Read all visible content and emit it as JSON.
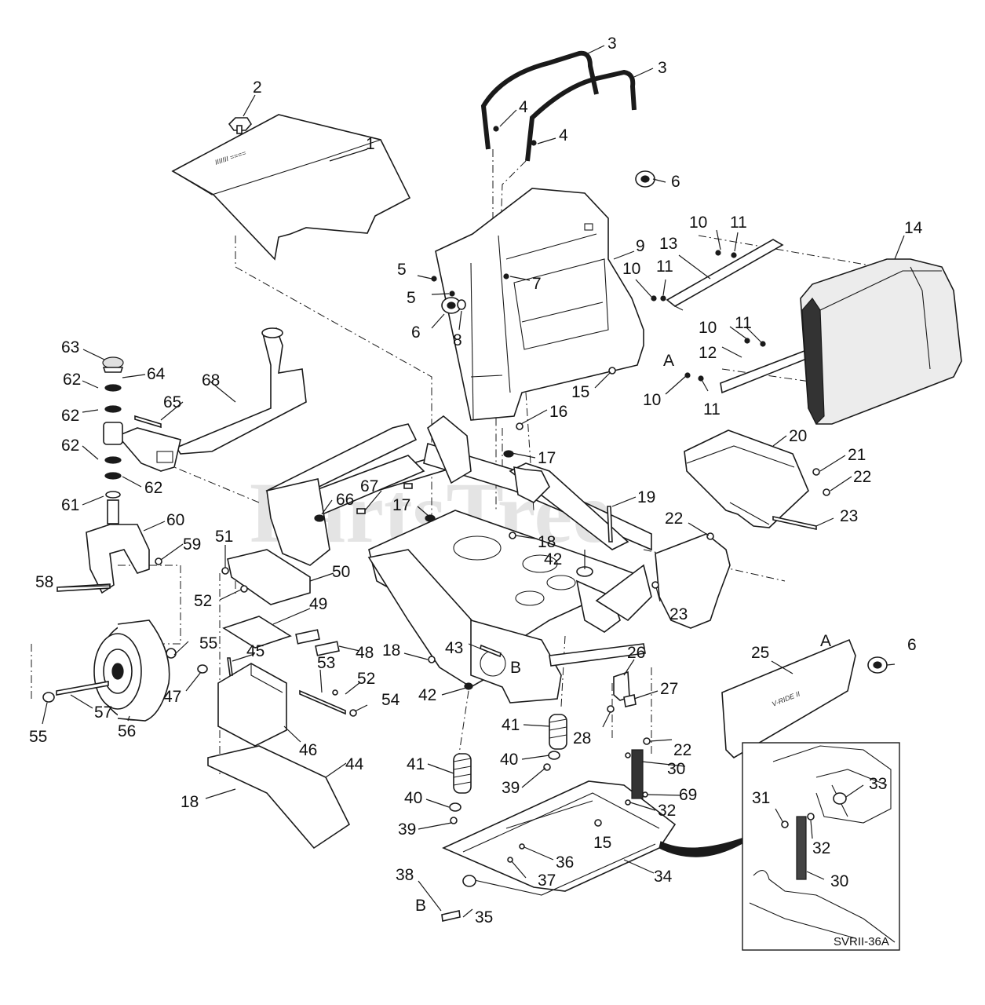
{
  "diagram": {
    "watermark": "PartsTree",
    "watermark_tm": "TM",
    "inset_id": "SVRII-36A",
    "decal_text": "V-RIDE II"
  },
  "callouts": [
    {
      "id": "c1",
      "label": "1"
    },
    {
      "id": "c2",
      "label": "2"
    },
    {
      "id": "c3a",
      "label": "3"
    },
    {
      "id": "c3b",
      "label": "3"
    },
    {
      "id": "c4a",
      "label": "4"
    },
    {
      "id": "c4b",
      "label": "4"
    },
    {
      "id": "c5a",
      "label": "5"
    },
    {
      "id": "c5b",
      "label": "5"
    },
    {
      "id": "c6a",
      "label": "6"
    },
    {
      "id": "c6b",
      "label": "6"
    },
    {
      "id": "c6c",
      "label": "6"
    },
    {
      "id": "c7",
      "label": "7"
    },
    {
      "id": "c8",
      "label": "8"
    },
    {
      "id": "c9",
      "label": "9"
    },
    {
      "id": "c10a",
      "label": "10"
    },
    {
      "id": "c10b",
      "label": "10"
    },
    {
      "id": "c10c",
      "label": "10"
    },
    {
      "id": "c10d",
      "label": "10"
    },
    {
      "id": "c11a",
      "label": "11"
    },
    {
      "id": "c11b",
      "label": "11"
    },
    {
      "id": "c11c",
      "label": "11"
    },
    {
      "id": "c11d",
      "label": "11"
    },
    {
      "id": "c12",
      "label": "12"
    },
    {
      "id": "c13",
      "label": "13"
    },
    {
      "id": "c14",
      "label": "14"
    },
    {
      "id": "c15a",
      "label": "15"
    },
    {
      "id": "c15b",
      "label": "15"
    },
    {
      "id": "c16",
      "label": "16"
    },
    {
      "id": "c17a",
      "label": "17"
    },
    {
      "id": "c17b",
      "label": "17"
    },
    {
      "id": "c18a",
      "label": "18"
    },
    {
      "id": "c18b",
      "label": "18"
    },
    {
      "id": "c18c",
      "label": "18"
    },
    {
      "id": "c19",
      "label": "19"
    },
    {
      "id": "c20",
      "label": "20"
    },
    {
      "id": "c21",
      "label": "21"
    },
    {
      "id": "c22a",
      "label": "22"
    },
    {
      "id": "c22b",
      "label": "22"
    },
    {
      "id": "c22c",
      "label": "22"
    },
    {
      "id": "c23a",
      "label": "23"
    },
    {
      "id": "c23b",
      "label": "23"
    },
    {
      "id": "c25",
      "label": "25"
    },
    {
      "id": "c26",
      "label": "26"
    },
    {
      "id": "c27",
      "label": "27"
    },
    {
      "id": "c28",
      "label": "28"
    },
    {
      "id": "c30a",
      "label": "30"
    },
    {
      "id": "c30b",
      "label": "30"
    },
    {
      "id": "c31",
      "label": "31"
    },
    {
      "id": "c32a",
      "label": "32"
    },
    {
      "id": "c32b",
      "label": "32"
    },
    {
      "id": "c33",
      "label": "33"
    },
    {
      "id": "c34",
      "label": "34"
    },
    {
      "id": "c35",
      "label": "35"
    },
    {
      "id": "c36",
      "label": "36"
    },
    {
      "id": "c37",
      "label": "37"
    },
    {
      "id": "c38",
      "label": "38"
    },
    {
      "id": "c39a",
      "label": "39"
    },
    {
      "id": "c39b",
      "label": "39"
    },
    {
      "id": "c40a",
      "label": "40"
    },
    {
      "id": "c40b",
      "label": "40"
    },
    {
      "id": "c41a",
      "label": "41"
    },
    {
      "id": "c41b",
      "label": "41"
    },
    {
      "id": "c42a",
      "label": "42"
    },
    {
      "id": "c42b",
      "label": "42"
    },
    {
      "id": "c43",
      "label": "43"
    },
    {
      "id": "c44",
      "label": "44"
    },
    {
      "id": "c45",
      "label": "45"
    },
    {
      "id": "c46",
      "label": "46"
    },
    {
      "id": "c47",
      "label": "47"
    },
    {
      "id": "c48",
      "label": "48"
    },
    {
      "id": "c49",
      "label": "49"
    },
    {
      "id": "c50",
      "label": "50"
    },
    {
      "id": "c51",
      "label": "51"
    },
    {
      "id": "c52a",
      "label": "52"
    },
    {
      "id": "c52b",
      "label": "52"
    },
    {
      "id": "c53",
      "label": "53"
    },
    {
      "id": "c54",
      "label": "54"
    },
    {
      "id": "c55a",
      "label": "55"
    },
    {
      "id": "c55b",
      "label": "55"
    },
    {
      "id": "c56",
      "label": "56"
    },
    {
      "id": "c57",
      "label": "57"
    },
    {
      "id": "c58",
      "label": "58"
    },
    {
      "id": "c59",
      "label": "59"
    },
    {
      "id": "c60",
      "label": "60"
    },
    {
      "id": "c61",
      "label": "61"
    },
    {
      "id": "c62a",
      "label": "62"
    },
    {
      "id": "c62b",
      "label": "62"
    },
    {
      "id": "c62c",
      "label": "62"
    },
    {
      "id": "c62d",
      "label": "62"
    },
    {
      "id": "c63",
      "label": "63"
    },
    {
      "id": "c64",
      "label": "64"
    },
    {
      "id": "c65",
      "label": "65"
    },
    {
      "id": "c66",
      "label": "66"
    },
    {
      "id": "c67",
      "label": "67"
    },
    {
      "id": "c68",
      "label": "68"
    },
    {
      "id": "c69",
      "label": "69"
    },
    {
      "id": "cA1",
      "label": "A"
    },
    {
      "id": "cA2",
      "label": "A"
    },
    {
      "id": "cB1",
      "label": "B"
    },
    {
      "id": "cB2",
      "label": "B"
    }
  ]
}
